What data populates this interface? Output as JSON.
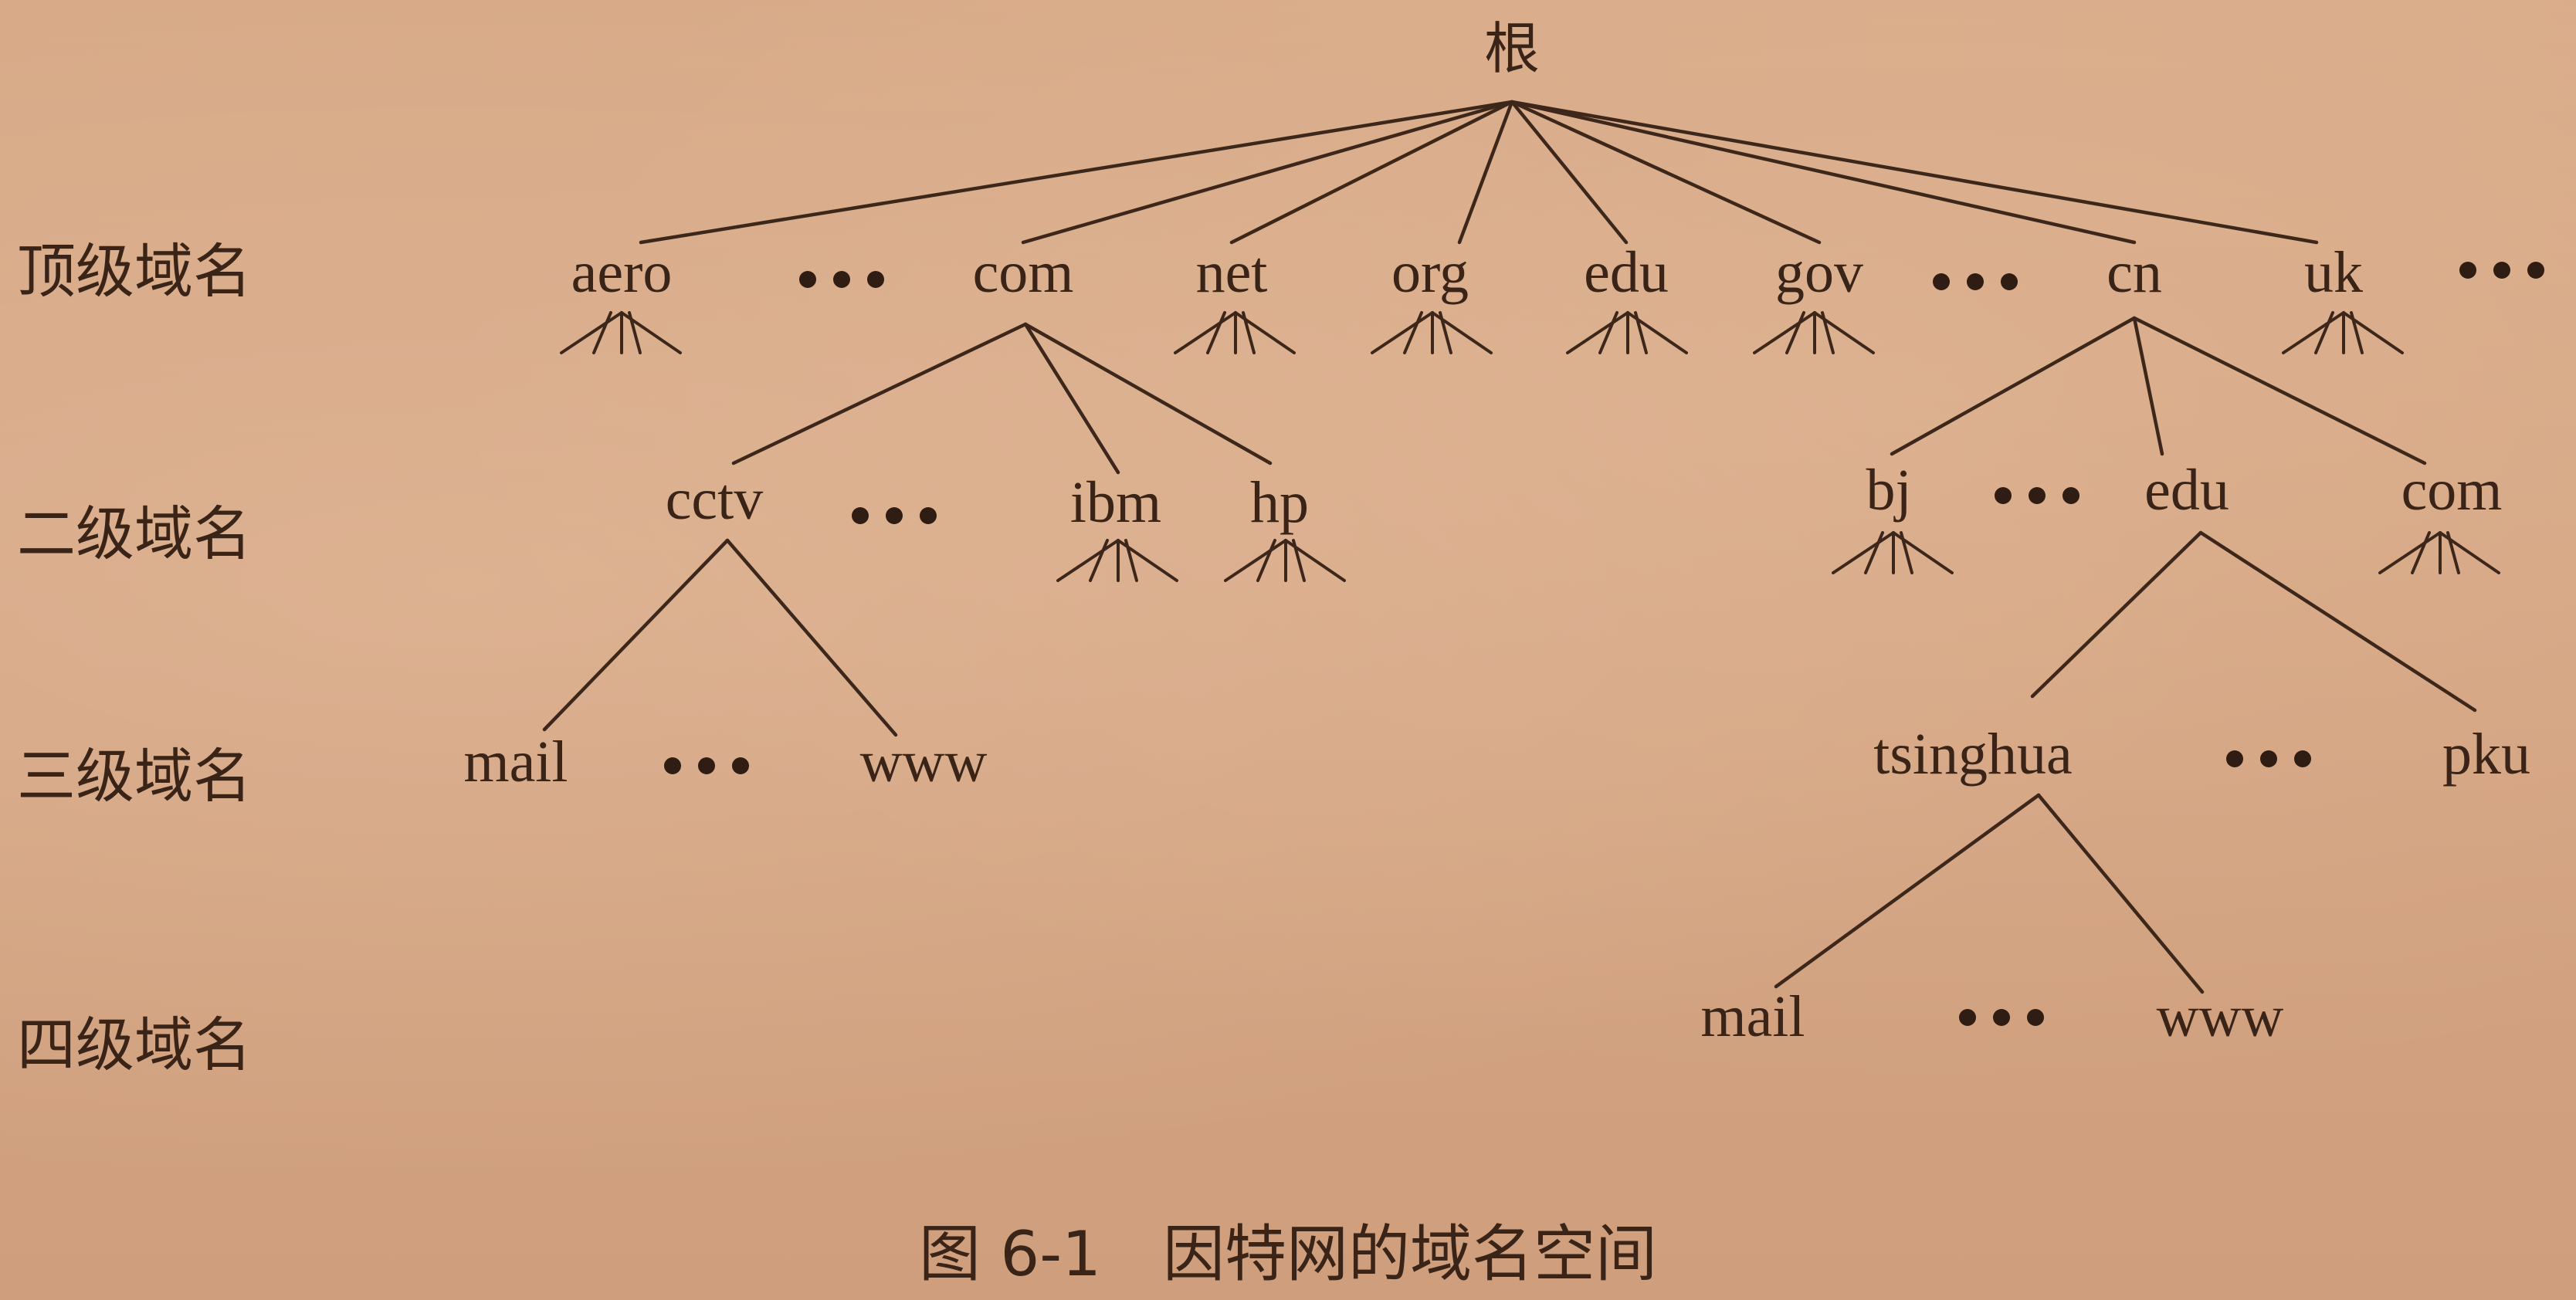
{
  "root": {
    "label": "根"
  },
  "levels": [
    {
      "id": "top",
      "label": "顶级域名"
    },
    {
      "id": "second",
      "label": "二级域名"
    },
    {
      "id": "third",
      "label": "三级域名"
    },
    {
      "id": "fourth",
      "label": "四级域名"
    }
  ],
  "nodes": [
    {
      "id": "aero",
      "label": "aero",
      "level": "top",
      "parent": "root"
    },
    {
      "id": "com",
      "label": "com",
      "level": "top",
      "parent": "root"
    },
    {
      "id": "net",
      "label": "net",
      "level": "top",
      "parent": "root"
    },
    {
      "id": "org",
      "label": "org",
      "level": "top",
      "parent": "root"
    },
    {
      "id": "edu",
      "label": "edu",
      "level": "top",
      "parent": "root"
    },
    {
      "id": "gov",
      "label": "gov",
      "level": "top",
      "parent": "root"
    },
    {
      "id": "cn",
      "label": "cn",
      "level": "top",
      "parent": "root"
    },
    {
      "id": "uk",
      "label": "uk",
      "level": "top",
      "parent": "root"
    },
    {
      "id": "cctv",
      "label": "cctv",
      "level": "second",
      "parent": "com"
    },
    {
      "id": "ibm",
      "label": "ibm",
      "level": "second",
      "parent": "com"
    },
    {
      "id": "hp",
      "label": "hp",
      "level": "second",
      "parent": "com"
    },
    {
      "id": "bj",
      "label": "bj",
      "level": "second",
      "parent": "cn"
    },
    {
      "id": "cn-edu",
      "label": "edu",
      "level": "second",
      "parent": "cn"
    },
    {
      "id": "cn-com",
      "label": "com",
      "level": "second",
      "parent": "cn"
    },
    {
      "id": "cctv-mail",
      "label": "mail",
      "level": "third",
      "parent": "cctv"
    },
    {
      "id": "cctv-www",
      "label": "www",
      "level": "third",
      "parent": "cctv"
    },
    {
      "id": "tsinghua",
      "label": "tsinghua",
      "level": "third",
      "parent": "cn-edu"
    },
    {
      "id": "pku",
      "label": "pku",
      "level": "third",
      "parent": "cn-edu"
    },
    {
      "id": "tsinghua-mail",
      "label": "mail",
      "level": "fourth",
      "parent": "tsinghua"
    },
    {
      "id": "tsinghua-www",
      "label": "www",
      "level": "fourth",
      "parent": "tsinghua"
    }
  ],
  "caption": "图 6-1　因特网的域名空间"
}
